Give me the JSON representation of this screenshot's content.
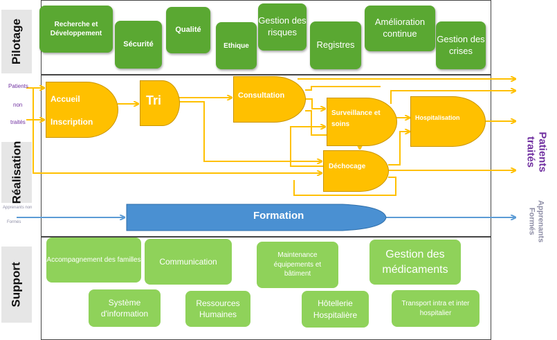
{
  "bands": {
    "pilotage": "Pilotage",
    "realisation": "Réalisation",
    "support": "Support"
  },
  "pilotage_boxes": {
    "recherche": "Recherche et Développement",
    "securite": "Sécurité",
    "qualite": "Qualité",
    "ethique": "Ethique",
    "gestion_risques": "Gestion des risques",
    "registres": "Registres",
    "amelioration": "Amélioration continue",
    "gestion_crises": "Gestion des crises"
  },
  "input_labels": {
    "patients": "Patients",
    "non": "non",
    "traites": "traités",
    "apprenants": "Apprenants non",
    "formes": "Formés"
  },
  "processes": {
    "accueil": "Accueil",
    "inscription": "Inscription",
    "tri": "Tri",
    "consultation": "Consultation",
    "surveillance": "Surveillance et soins",
    "hospitalisation": "Hospitalisation",
    "dechocage": "Déchocage",
    "formation": "Formation"
  },
  "outputs": {
    "patients": "Patients",
    "traites": "traités",
    "apprenants": "Apprenants",
    "formes": "Formés"
  },
  "support_boxes": {
    "accompagnement": "Accompagnement des familles",
    "communication": "Communication",
    "maintenance": "Maintenance équipements et bâtiment",
    "medicaments": "Gestion des médicaments",
    "systeme": "Système d'information",
    "ressources": "Ressources Humaines",
    "hotellerie": "Hôtellerie Hospitalière",
    "transport": "Transport intra et inter hospitalier"
  },
  "colors": {
    "pilotage": "#5aa832",
    "support": "#8fd25a",
    "process": "#ffc000",
    "arrow": "#ffc000",
    "formation": "#4a90d2",
    "formation_arrow": "#5b9bd5",
    "output_purple": "#7030a0",
    "output_grey": "#8e8ea6"
  }
}
